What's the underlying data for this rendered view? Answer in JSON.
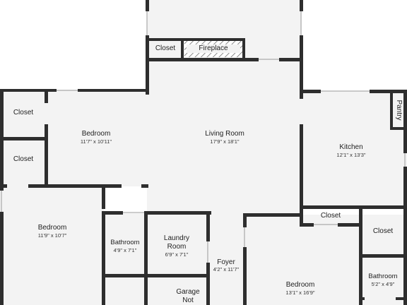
{
  "colors": {
    "wall": "#2e2e2e",
    "floor": "#f3f3f3",
    "background": "#ffffff",
    "opening": "#ffffff"
  },
  "rooms": {
    "closet_top": {
      "name": "Closet"
    },
    "fireplace": {
      "name": "Fireplace"
    },
    "living_room": {
      "name": "Living Room",
      "dims": "17'9\" x 18'1\""
    },
    "kitchen": {
      "name": "Kitchen",
      "dims": "12'1\" x 13'3\""
    },
    "pantry": {
      "name": "Pantry"
    },
    "closet_left_1": {
      "name": "Closet"
    },
    "closet_left_2": {
      "name": "Closet"
    },
    "bedroom_1": {
      "name": "Bedroom",
      "dims": "11'7\" x 10'11\""
    },
    "bedroom_2": {
      "name": "Bedroom",
      "dims": "11'9\" x 10'7\""
    },
    "bathroom_1": {
      "name": "Bathroom",
      "dims": "4'9\" x 7'1\""
    },
    "laundry": {
      "name_line1": "Laundry",
      "name_line2": "Room",
      "dims": "6'9\" x 7'1\""
    },
    "foyer": {
      "name": "Foyer",
      "dims": "4'2\" x 11'7\""
    },
    "garage": {
      "name_line1": "Garage",
      "name_line2": "Not"
    },
    "bedroom_3": {
      "name": "Bedroom",
      "dims": "13'1\" x 16'9\""
    },
    "closet_mid": {
      "name": "Closet"
    },
    "closet_right": {
      "name": "Closet"
    },
    "bathroom_2": {
      "name": "Bathroom",
      "dims": "5'2\" x 4'9\""
    }
  }
}
